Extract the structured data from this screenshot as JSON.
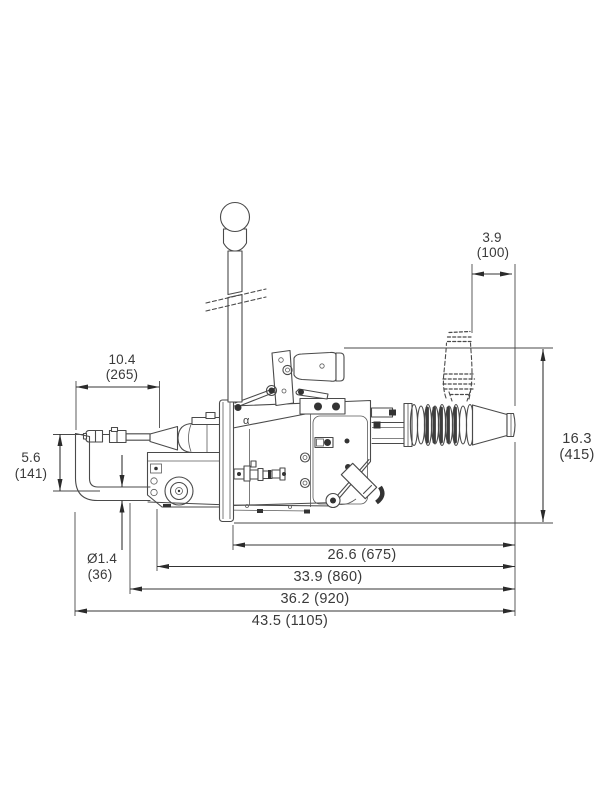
{
  "page": {
    "background": "#ffffff"
  },
  "drawing": {
    "type": "technical-dimension-drawing-side-view",
    "line_color": "#4a4a4a",
    "text_color": "#3a3a3a",
    "body_mark": "α",
    "dimensions": {
      "hose_to_tip": {
        "in": "3.9",
        "mm": "(100)"
      },
      "handle_grip_span": {
        "in": "10.4",
        "mm": "(265)"
      },
      "tip_drop": {
        "in": "5.6",
        "mm": "(141)"
      },
      "grip_pipe_dia": {
        "in": "Ø1.4",
        "mm": "(36)"
      },
      "overall_height": {
        "in": "16.3",
        "mm": "(415)"
      },
      "length_1": "26.6 (675)",
      "length_2": "33.9 (860)",
      "length_3": "36.2 (920)",
      "length_4": "43.5 (1105)"
    }
  }
}
